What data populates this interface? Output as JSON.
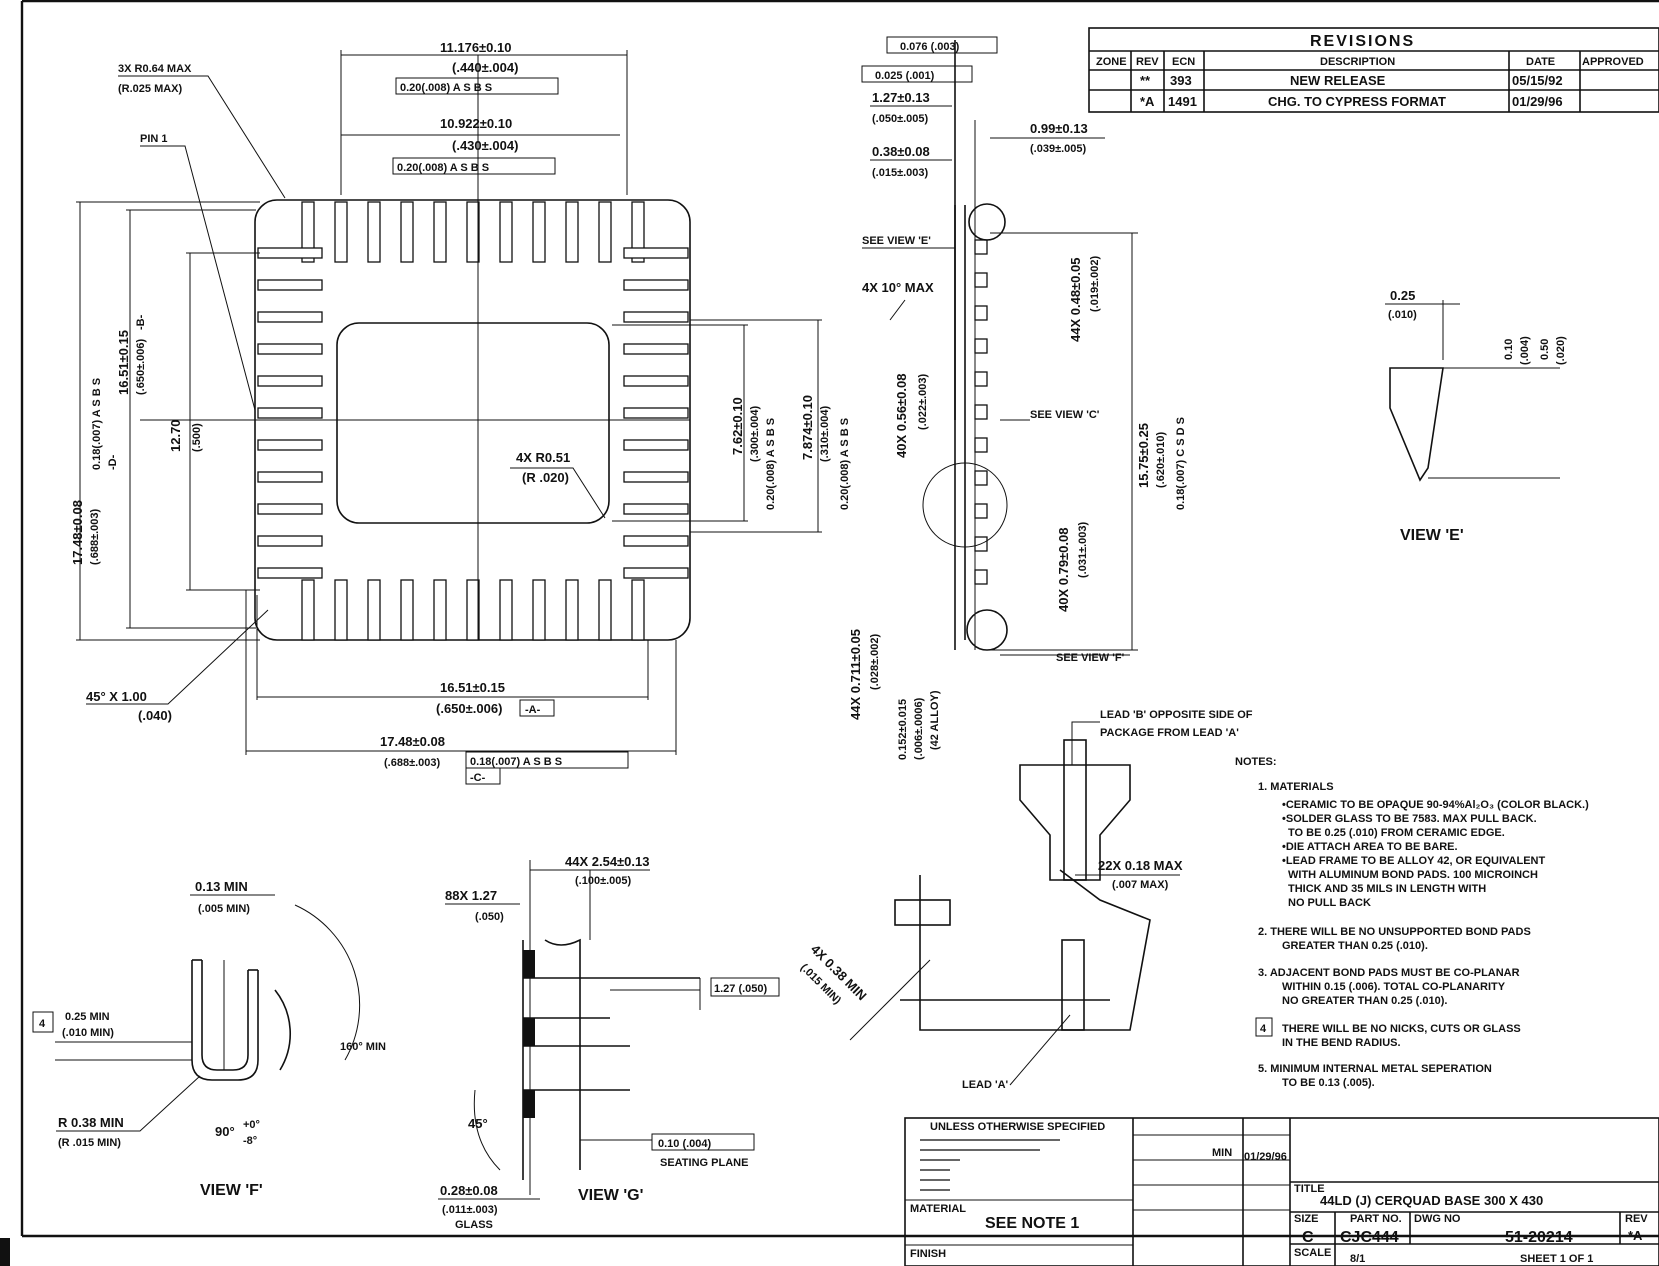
{
  "revisions": {
    "title": "REVISIONS",
    "headers": [
      "ZONE",
      "REV",
      "ECN",
      "DESCRIPTION",
      "DATE",
      "APPROVED"
    ],
    "rows": [
      {
        "zone": "",
        "rev": "**",
        "ecn": "393",
        "desc": "NEW RELEASE",
        "date": "05/15/92",
        "approved": ""
      },
      {
        "zone": "",
        "rev": "*A",
        "ecn": "1491",
        "desc": "CHG. TO CYPRESS FORMAT",
        "date": "01/29/96",
        "approved": ""
      }
    ]
  },
  "top_view": {
    "dim_top_1": "11.176±0.10",
    "dim_top_1_in": "(.440±.004)",
    "tol_top_1": "0.20(.008) A S B S",
    "dim_top_2": "10.922±0.10",
    "dim_top_2_in": "(.430±.004)",
    "tol_top_2": "0.20(.008) A S B S",
    "corner_radius": "3X R0.64 MAX",
    "corner_radius_in": "(R.025 MAX)",
    "pin1": "PIN 1",
    "inner_radius": "4X R0.51",
    "inner_radius_in": "(R .020)",
    "chamfer": "45° X 1.00",
    "chamfer_in": "(.040)",
    "dim_bottom_1": "16.51±0.15",
    "dim_bottom_1_in": "(.650±.006)",
    "datum_a": "-A-",
    "dim_bottom_2": "17.48±0.08",
    "dim_bottom_2_in": "(.688±.003)",
    "tol_bottom_2": "0.18(.007) A S B S",
    "datum_c": "-C-",
    "left_1": "17.48±0.08",
    "left_1_in": "(.688±.003)",
    "left_tol": "0.18(.007) A S B S",
    "datum_d": "-D-",
    "left_2": "16.51±0.15",
    "left_2_in": "(.650±.006)",
    "datum_b": "-B-",
    "left_3": "12.70",
    "left_3_in": "(.500)",
    "right_1": "7.62±0.10",
    "right_1_in": "(.300±.004)",
    "right_1_tol": "0.20(.008) A S B S",
    "right_2": "7.874±0.10",
    "right_2_in": "(.310±.004)",
    "right_2_tol": "0.20(.008) A S B S"
  },
  "side_view": {
    "flat_1": "0.076 (.003)",
    "flat_2": "0.025 (.001)",
    "dim_1": "1.27±0.13",
    "dim_1_in": "(.050±.005)",
    "dim_2": "0.38±0.08",
    "dim_2_in": "(.015±.003)",
    "dim_3": "0.99±0.13",
    "dim_3_in": "(.039±.005)",
    "see_e": "SEE VIEW 'E'",
    "angle": "4X 10° MAX",
    "lead_w": "44X 0.48±0.05",
    "lead_w_in": "(.019±.002)",
    "see_c": "SEE VIEW 'C'",
    "d40a": "40X 0.56±0.08",
    "d40a_in": "(.022±.003)",
    "d1575": "15.75±0.25",
    "d1575_in": "(.620±.010)",
    "d1575_tol": "0.18(.007) C S D S",
    "d40b": "40X 0.79±0.08",
    "d40b_in": "(.031±.003)",
    "see_f": "SEE VIEW 'F'",
    "d44": "44X 0.711±0.05",
    "d44_in": "(.028±.002)",
    "thick": "0.152±0.015",
    "thick_in": "(.006±.0006)",
    "thick_mat": "(42 ALLOY)"
  },
  "view_e": {
    "d1": "0.25",
    "d1_in": "(.010)",
    "d2": "0.10",
    "d2_in": "(.004)",
    "d3": "0.50",
    "d3_in": "(.020)",
    "label": "VIEW 'E'"
  },
  "lead_view": {
    "note": "LEAD 'B' OPPOSITE SIDE OF",
    "note2": "PACKAGE FROM LEAD 'A'",
    "d22": "22X 0.18 MAX",
    "d22_in": "(.007 MAX)",
    "d4x": "4X 0.38 MIN",
    "d4x_in": "(.015 MIN)",
    "lead_a": "LEAD 'A'"
  },
  "view_f": {
    "d1": "0.13 MIN",
    "d1_in": "(.005 MIN)",
    "flag": "4",
    "d2": "0.25 MIN",
    "d2_in": "(.010 MIN)",
    "angle": "160° MIN",
    "r": "R 0.38 MIN",
    "r_in": "(R .015 MIN)",
    "a90": "90°",
    "a90_tol_p": "+0°",
    "a90_tol_m": "-8°",
    "label": "VIEW 'F'"
  },
  "view_g": {
    "d44": "44X 2.54±0.13",
    "d44_in": "(.100±.005)",
    "d88": "88X 1.27",
    "d88_in": "(.050)",
    "d127": "1.27 (.050)",
    "a45": "45°",
    "flat": "0.10 (.004)",
    "seating": "SEATING PLANE",
    "glass": "0.28±0.08",
    "glass_in": "(.011±.003)",
    "glass_lbl": "GLASS",
    "label": "VIEW 'G'"
  },
  "notes": {
    "title": "NOTES:",
    "n1": "1.  MATERIALS",
    "n1a": "•CERAMIC TO BE OPAQUE 90-94%Al₂O₃ (COLOR BLACK.)",
    "n1b": "•SOLDER GLASS TO BE 7583. MAX PULL BACK.",
    "n1c": "TO BE 0.25 (.010) FROM CERAMIC EDGE.",
    "n1d": "•DIE ATTACH AREA TO BE BARE.",
    "n1e": "•LEAD FRAME TO BE ALLOY 42, OR EQUIVALENT",
    "n1f": "WITH ALUMINUM BOND PADS. 100 MICROINCH",
    "n1g": "THICK AND 35 MILS IN LENGTH WITH",
    "n1h": "NO PULL BACK",
    "n2a": "2.  THERE WILL BE NO UNSUPPORTED BOND PADS",
    "n2b": "GREATER THAN 0.25 (.010).",
    "n3a": "3.  ADJACENT BOND PADS MUST BE CO-PLANAR",
    "n3b": "WITHIN 0.15 (.006). TOTAL CO-PLANARITY",
    "n3c": "NO GREATER THAN 0.25 (.010).",
    "n4flag": "4",
    "n4a": "THERE WILL BE NO NICKS, CUTS OR GLASS",
    "n4b": "IN THE BEND RADIUS.",
    "n5a": "5.  MINIMUM INTERNAL METAL SEPERATION",
    "n5b": "TO BE 0.13 (.005)."
  },
  "title_block": {
    "unless": "UNLESS OTHERWISE SPECIFIED",
    "material": "MATERIAL",
    "see_note": "SEE NOTE 1",
    "finish": "FINISH",
    "drawn_date": "01/29/96",
    "drawn_by": "MIN",
    "title_lbl": "TITLE",
    "title": "44LD (J) CERQUAD BASE 300 X 430",
    "size_lbl": "SIZE",
    "size": "C",
    "part_lbl": "PART NO.",
    "part": "CJC444",
    "dwg_lbl": "DWG NO",
    "dwg": "51-20214",
    "rev_lbl": "REV",
    "rev": "*A",
    "scale_lbl": "SCALE",
    "scale": "8/1",
    "sheet": "SHEET 1 OF 1"
  }
}
